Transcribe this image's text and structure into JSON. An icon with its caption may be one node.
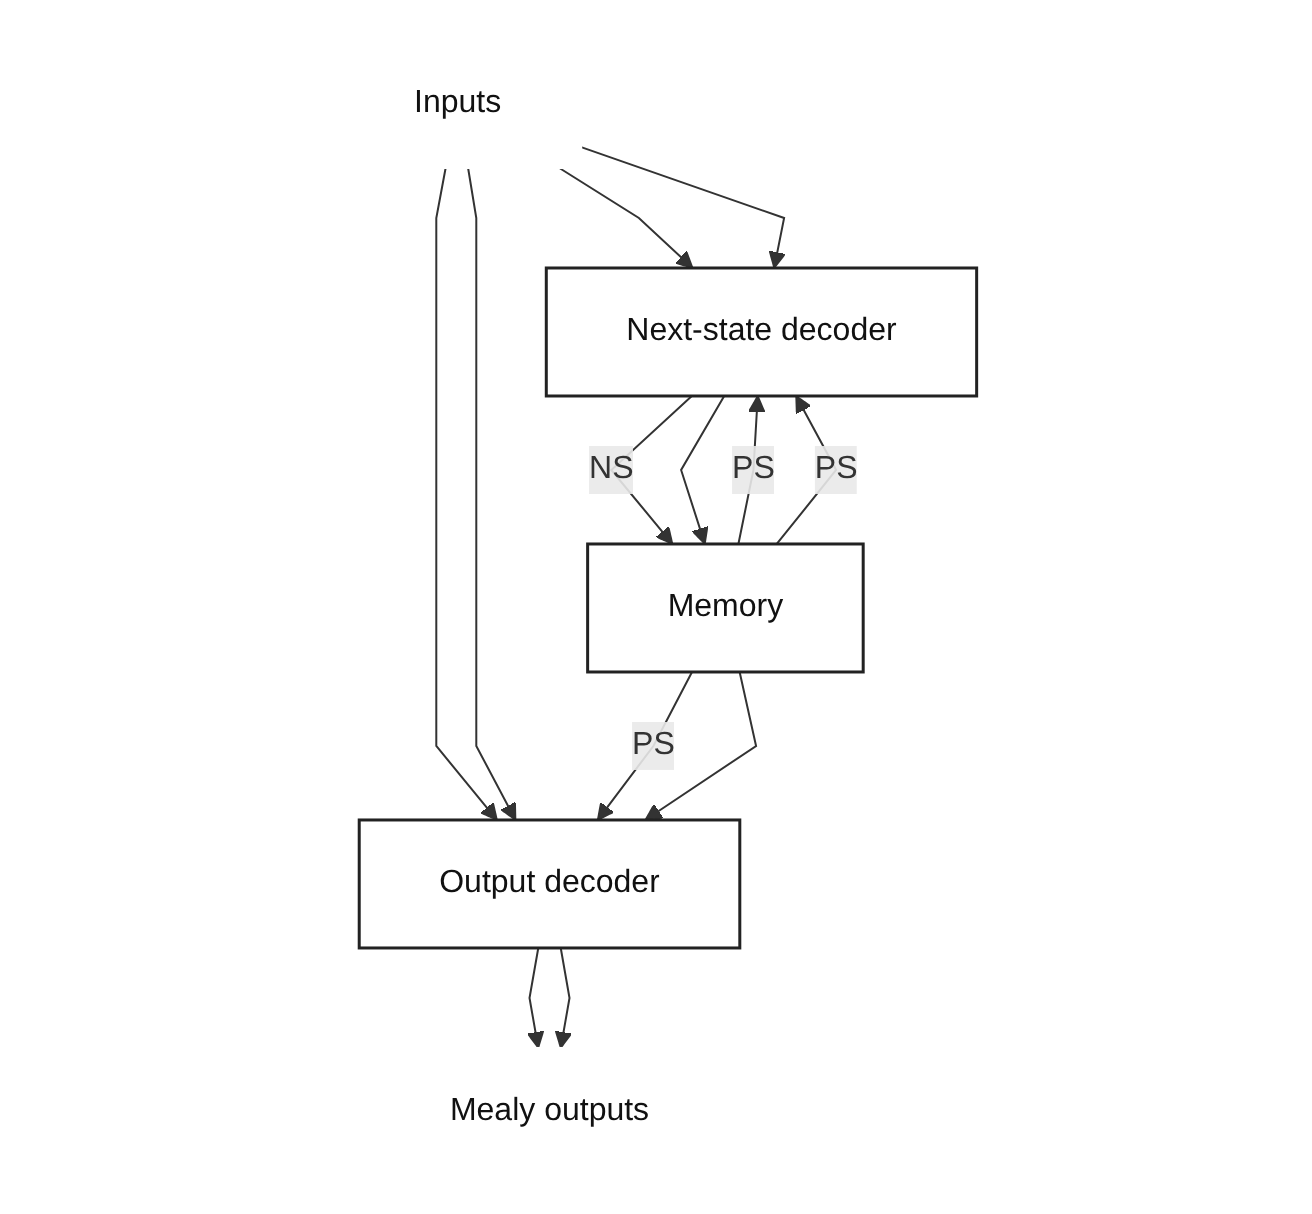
{
  "diagram": {
    "nodes": [
      {
        "text": [
          "Next-state decoder"
        ]
      },
      {
        "text": [
          "Memory"
        ]
      },
      {
        "text": [
          "Output decoder"
        ]
      },
      {
        "text": [
          "Inputs"
        ]
      },
      {
        "text": [
          "Mealy outputs"
        ]
      }
    ],
    "edges": [
      {
        "from": 3,
        "to": 0,
        "arrow": "to"
      },
      {
        "from": 3,
        "to": 0,
        "arrow": "to"
      },
      {
        "from": 3,
        "to": 2,
        "arrow": "to"
      },
      {
        "from": 3,
        "to": 2,
        "arrow": "to"
      },
      {
        "from": 0,
        "to": 1,
        "arrow": "to",
        "label": "NS"
      },
      {
        "from": 0,
        "to": 1,
        "arrow": "to"
      },
      {
        "from": 1,
        "to": 0,
        "arrow": "to",
        "label": "PS"
      },
      {
        "from": 1,
        "to": 0,
        "arrow": "to",
        "label": "PS"
      },
      {
        "from": 1,
        "to": 2,
        "arrow": "to",
        "label": "PS"
      },
      {
        "from": 1,
        "to": 2,
        "arrow": "to"
      },
      {
        "from": 2,
        "to": 4,
        "arrow": "to"
      },
      {
        "from": 2,
        "to": 4,
        "arrow": "to"
      }
    ]
  }
}
